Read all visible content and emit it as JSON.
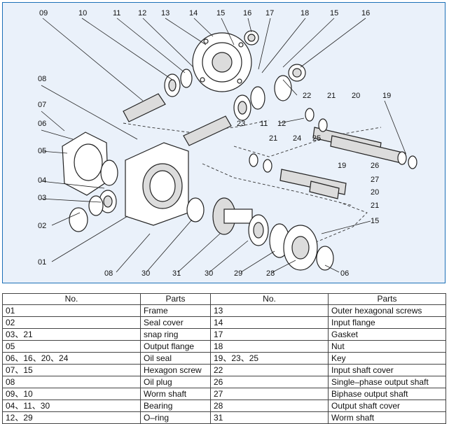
{
  "callouts": [
    "09",
    "10",
    "11",
    "12",
    "13",
    "14",
    "15",
    "16",
    "17",
    "18",
    "15",
    "16",
    "08",
    "07",
    "06",
    "05",
    "04",
    "03",
    "02",
    "01",
    "22",
    "21",
    "20",
    "19",
    "12",
    "11",
    "23",
    "21",
    "24",
    "25",
    "19",
    "26",
    "27",
    "20",
    "21",
    "15",
    "08",
    "30",
    "31",
    "30",
    "29",
    "28",
    "06"
  ],
  "table": {
    "headers": [
      "No.",
      "Parts",
      "No.",
      "Parts"
    ],
    "rows": [
      [
        "01",
        "Frame",
        "13",
        "Outer hexagonal screws"
      ],
      [
        "02",
        "Seal cover",
        "14",
        "Input flange"
      ],
      [
        "03、21",
        "snap ring",
        "17",
        "Gasket"
      ],
      [
        "05",
        "Output flange",
        "18",
        "Nut"
      ],
      [
        "06、16、20、24",
        "Oil seal",
        "19、23、25",
        "Key"
      ],
      [
        "07、15",
        "Hexagon screw",
        "22",
        "Input shaft cover"
      ],
      [
        "08",
        "Oil plug",
        "26",
        "Single–phase output shaft"
      ],
      [
        "09、10",
        "Worm shaft",
        "27",
        "Biphase output shaft"
      ],
      [
        "04、11、30",
        "Bearing",
        "28",
        "Output shaft cover"
      ],
      [
        "12、29",
        "O–ring",
        "31",
        "Worm shaft"
      ]
    ]
  },
  "colors": {
    "panel_bg": "#eaf1fa",
    "panel_border": "#1b6fb7"
  }
}
